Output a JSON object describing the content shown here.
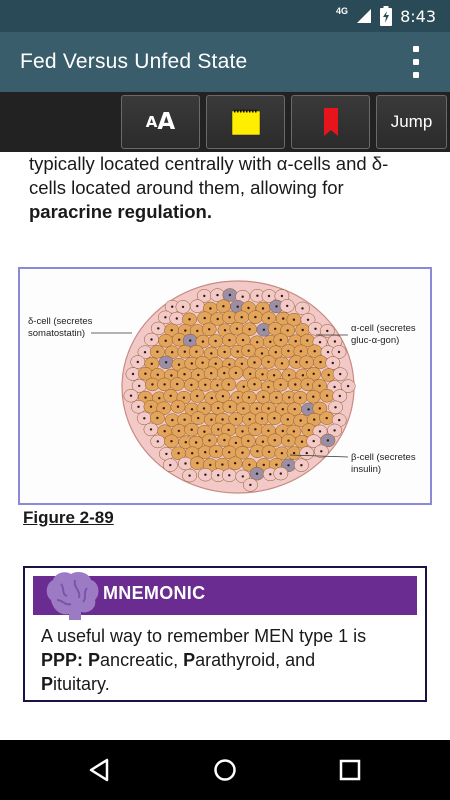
{
  "status_bar": {
    "network": "4G",
    "time": "8:43",
    "icons": [
      "signal-icon",
      "battery-charging-icon"
    ]
  },
  "app_bar": {
    "title": "Fed Versus Unfed State",
    "menu_icon": "overflow-menu-icon"
  },
  "toolbar": {
    "font_label_small": "A",
    "font_label_big": "A",
    "note_icon": "sticky-note-icon",
    "bookmark_icon": "bookmark-icon",
    "jump_label": "Jump",
    "colors": {
      "note": "#ffee00",
      "bookmark": "#e8141c"
    }
  },
  "content": {
    "para_line1": "typically located centrally with α-cells and δ-",
    "para_line2": "cells located around them, allowing for",
    "para_line3_bold": "paracrine regulation.",
    "figure": {
      "label_delta": [
        "δ-cell (secretes",
        "somatostatin)"
      ],
      "label_alpha": [
        "α-cell (secretes",
        "gluc-α-gon)"
      ],
      "label_beta": [
        "β-cell (secretes",
        "insulin)"
      ],
      "colors": {
        "beta": "#e3a45c",
        "alpha": "#f2c9c6",
        "delta": "#9a8fa6",
        "outline": "#8a5a2a"
      }
    },
    "figure_caption": "Figure 2-89",
    "mnemonic": {
      "title": "MNEMONIC",
      "line1": "A useful way to remember MEN type 1 is",
      "ppp": "PPP",
      "colon": ": ",
      "p1": "P",
      "rest1": "ancreatic, ",
      "p2": "P",
      "rest2": "arathyroid, and",
      "p3": "P",
      "rest3": "ituitary.",
      "colors": {
        "header": "#6a2c91",
        "border": "#1d1248",
        "brain": "#9d7bc4"
      }
    }
  },
  "nav_bar": {
    "icons": [
      "back-icon",
      "home-icon",
      "recents-icon"
    ]
  }
}
